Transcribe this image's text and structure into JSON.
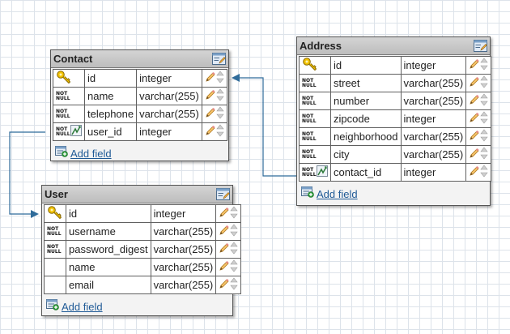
{
  "colors": {
    "connector": "#2f6b9a",
    "header": "#c8c8c8",
    "link": "#1f5a96",
    "key": "#e8b400",
    "pencil": "#f0a030"
  },
  "entities": {
    "contact": {
      "title": "Contact",
      "fields": [
        {
          "name": "id",
          "type": "integer",
          "key": "primary-key"
        },
        {
          "name": "name",
          "type": "varchar(255)",
          "key": "not-null"
        },
        {
          "name": "telephone",
          "type": "varchar(255)",
          "key": "not-null"
        },
        {
          "name": "user_id",
          "type": "integer",
          "key": "not-null-foreign-key"
        }
      ],
      "add_field_label": "Add field"
    },
    "address": {
      "title": "Address",
      "fields": [
        {
          "name": "id",
          "type": "integer",
          "key": "primary-key"
        },
        {
          "name": "street",
          "type": "varchar(255)",
          "key": "not-null"
        },
        {
          "name": "number",
          "type": "varchar(255)",
          "key": "not-null"
        },
        {
          "name": "zipcode",
          "type": "integer",
          "key": "not-null"
        },
        {
          "name": "neighborhood",
          "type": "varchar(255)",
          "key": "not-null"
        },
        {
          "name": "city",
          "type": "varchar(255)",
          "key": "not-null"
        },
        {
          "name": "contact_id",
          "type": "integer",
          "key": "not-null-foreign-key"
        }
      ],
      "add_field_label": "Add field"
    },
    "user": {
      "title": "User",
      "fields": [
        {
          "name": "id",
          "type": "integer",
          "key": "primary-key"
        },
        {
          "name": "username",
          "type": "varchar(255)",
          "key": "not-null"
        },
        {
          "name": "password_digest",
          "type": "varchar(255)",
          "key": "not-null"
        },
        {
          "name": "name",
          "type": "varchar(255)",
          "key": "none"
        },
        {
          "name": "email",
          "type": "varchar(255)",
          "key": "none"
        }
      ],
      "add_field_label": "Add field"
    }
  },
  "not_null_text": [
    "NOT",
    "NULL"
  ],
  "relations": [
    {
      "from": "contact.user_id",
      "to": "user.id"
    },
    {
      "from": "address.contact_id",
      "to": "contact.id"
    }
  ]
}
